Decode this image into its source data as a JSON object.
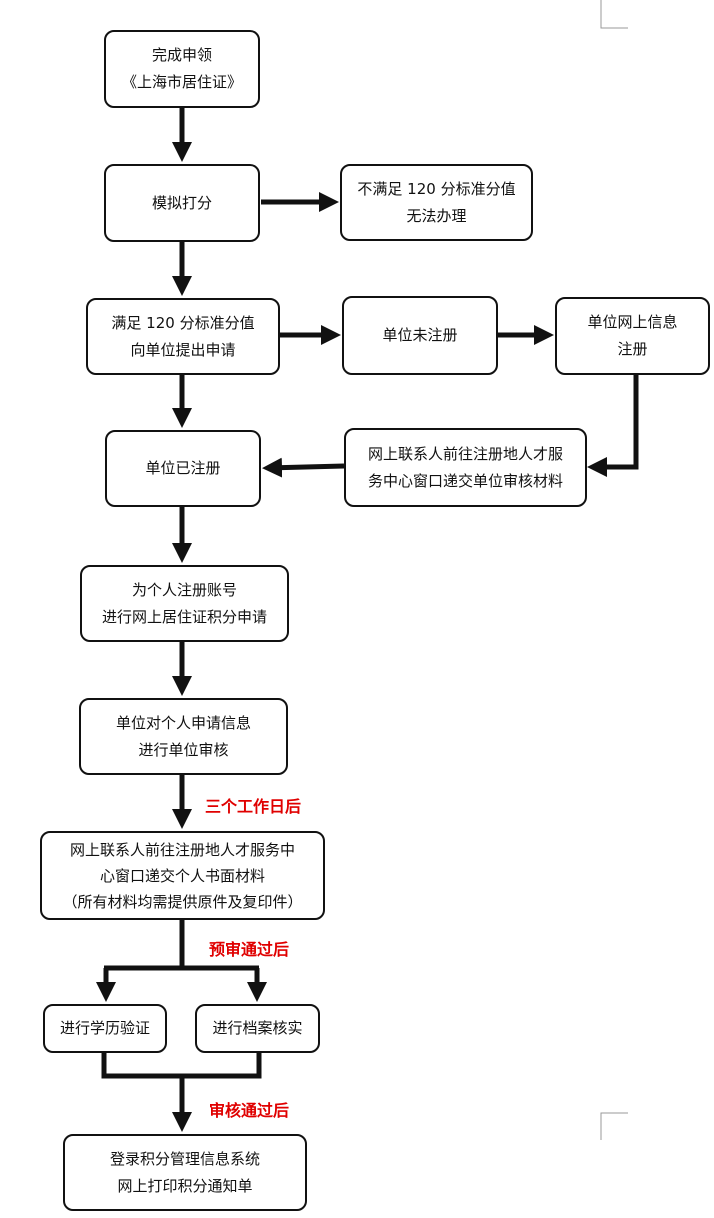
{
  "nodes": {
    "complete": [
      "完成申领",
      "《上海市居住证》"
    ],
    "simulate": [
      "模拟打分"
    ],
    "not_meet": [
      "不满足 120 分标准分值",
      "无法办理"
    ],
    "meet": [
      "满足 120 分标准分值",
      "向单位提出申请"
    ],
    "unit_unregistered": [
      "单位未注册"
    ],
    "unit_online_info": [
      "单位网上信息",
      "注册"
    ],
    "unit_registered": [
      "单位已注册"
    ],
    "contact_submit_unit": [
      "网上联系人前往注册地人才服",
      "务中心窗口递交单位审核材料"
    ],
    "personal_account": [
      "为个人注册账号",
      "进行网上居住证积分申请"
    ],
    "unit_review": [
      "单位对个人申请信息",
      "进行单位审核"
    ],
    "contact_submit_personal": [
      "网上联系人前往注册地人才服务中",
      "心窗口递交个人书面材料",
      "（所有材料均需提供原件及复印件）"
    ],
    "education_verify": [
      "进行学历验证"
    ],
    "archive_verify": [
      "进行档案核实"
    ],
    "login_system": [
      "登录积分管理信息系统",
      "网上打印积分通知单"
    ]
  },
  "annotations": {
    "three_workdays": "三个工作日后",
    "pre_review_passed": "预审通过后",
    "review_passed": "审核通过后"
  }
}
